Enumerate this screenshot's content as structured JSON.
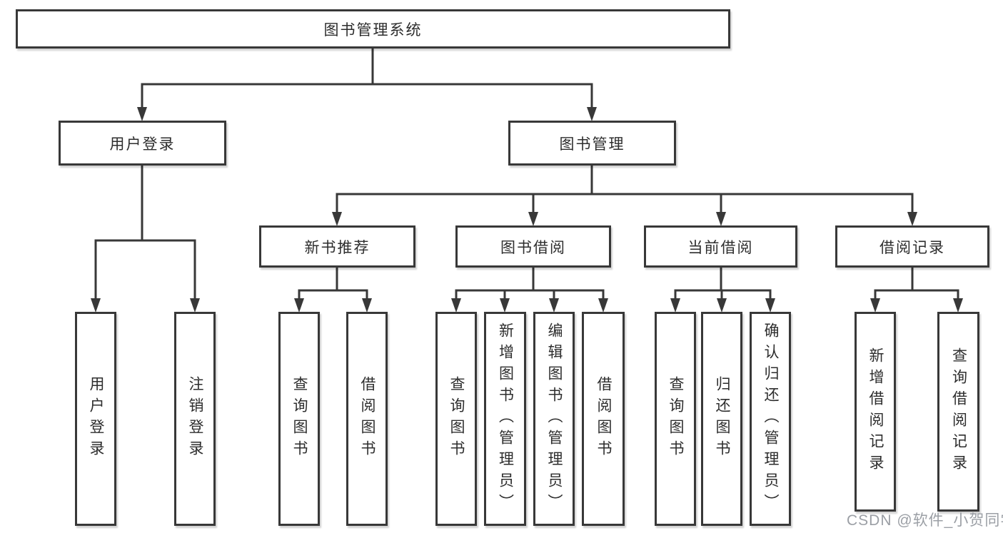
{
  "diagram": {
    "type": "hierarchy-tree",
    "root": {
      "label": "图书管理系统"
    },
    "branches": [
      {
        "label": "用户登录",
        "children": [
          {
            "label": "用户登录"
          },
          {
            "label": "注销登录"
          }
        ]
      },
      {
        "label": "图书管理",
        "children": [
          {
            "label": "新书推荐",
            "children": [
              {
                "label": "查询图书"
              },
              {
                "label": "借阅图书"
              }
            ]
          },
          {
            "label": "图书借阅",
            "children": [
              {
                "label": "查询图书"
              },
              {
                "label": "新增图书（管理员）"
              },
              {
                "label": "编辑图书（管理员）"
              },
              {
                "label": "借阅图书"
              }
            ]
          },
          {
            "label": "当前借阅",
            "children": [
              {
                "label": "查询图书"
              },
              {
                "label": "归还图书"
              },
              {
                "label": "确认归还（管理员）"
              }
            ]
          },
          {
            "label": "借阅记录",
            "children": [
              {
                "label": "新增借阅记录"
              },
              {
                "label": "查询借阅记录"
              }
            ]
          }
        ]
      }
    ],
    "watermark": "CSDN @软件_小贺同学",
    "colors": {
      "line": "#383838",
      "border": "#383838",
      "text": "#2d2d2d",
      "watermark": "#969aa0",
      "background": "#ffffff"
    }
  }
}
